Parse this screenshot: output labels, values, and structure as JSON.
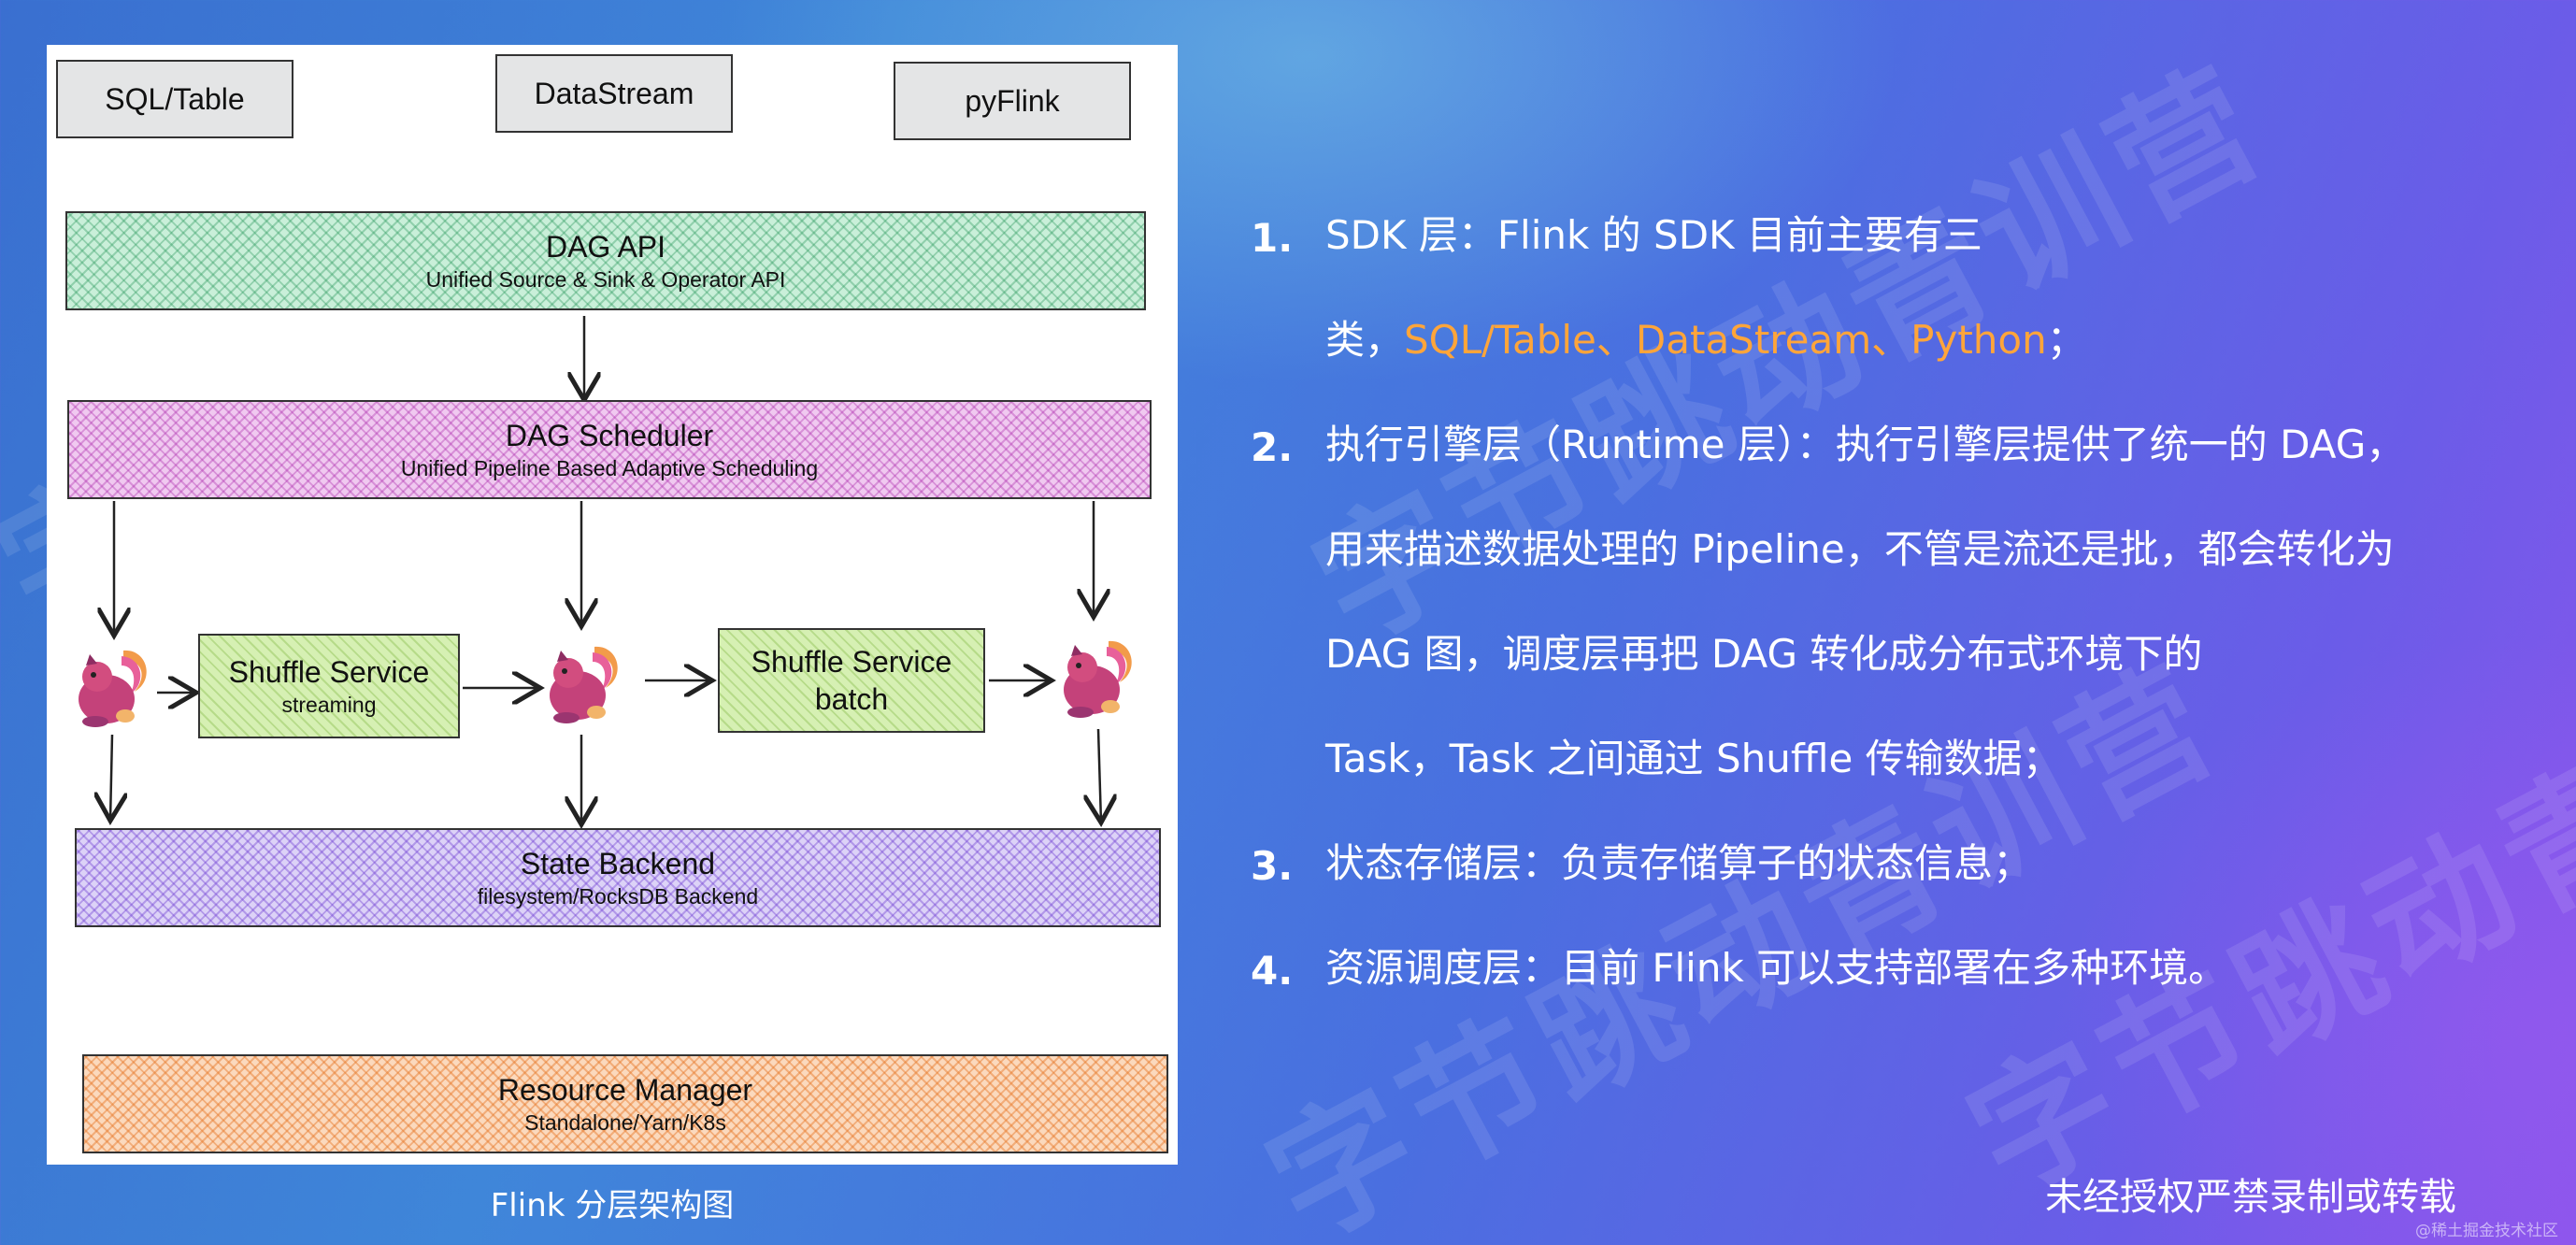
{
  "diagram": {
    "caption": "Flink 分层架构图",
    "sdk_boxes": [
      "SQL/Table",
      "DataStream",
      "pyFlink"
    ],
    "dag_api": {
      "title": "DAG  API",
      "subtitle": "Unified Source & Sink & Operator API"
    },
    "dag_scheduler": {
      "title": "DAG Scheduler",
      "subtitle": "Unified Pipeline Based Adaptive Scheduling"
    },
    "shuffle_streaming": {
      "title": "Shuffle Service",
      "subtitle": "streaming"
    },
    "shuffle_batch": {
      "title": "Shuffle Service",
      "subtitle": "batch"
    },
    "state_backend": {
      "title": "State Backend",
      "subtitle": "filesystem/RocksDB Backend"
    },
    "resource_manager": {
      "title": "Resource Manager",
      "subtitle": "Standalone/Yarn/K8s"
    },
    "icons": [
      "flink-squirrel-icon",
      "flink-squirrel-icon",
      "flink-squirrel-icon"
    ]
  },
  "list": {
    "items": [
      {
        "num": "1.",
        "line1": "SDK 层：Flink 的 SDK 目前主要有三",
        "line2_prefix": "类，",
        "line2_highlight": "SQL/Table、DataStream、Python",
        "line2_suffix": "；"
      },
      {
        "num": "2.",
        "lines": [
          "执行引擎层（Runtime 层）：执行引擎层提供了统一的 DAG，",
          "用来描述数据处理的 Pipeline，不管是流还是批，都会转化为",
          "DAG 图，调度层再把 DAG 转化成分布式环境下的",
          "Task，Task 之间通过 Shuffle 传输数据；"
        ]
      },
      {
        "num": "3.",
        "lines": [
          "状态存储层：负责存储算子的状态信息；"
        ]
      },
      {
        "num": "4.",
        "lines": [
          "资源调度层：目前 Flink 可以支持部署在多种环境。"
        ]
      }
    ]
  },
  "footer": "未经授权严禁录制或转载",
  "credit": "@稀土掘金技术社区",
  "watermark": "字节跳动青训营",
  "colors": {
    "highlight": "#ffa53a",
    "text": "#ffffff"
  }
}
